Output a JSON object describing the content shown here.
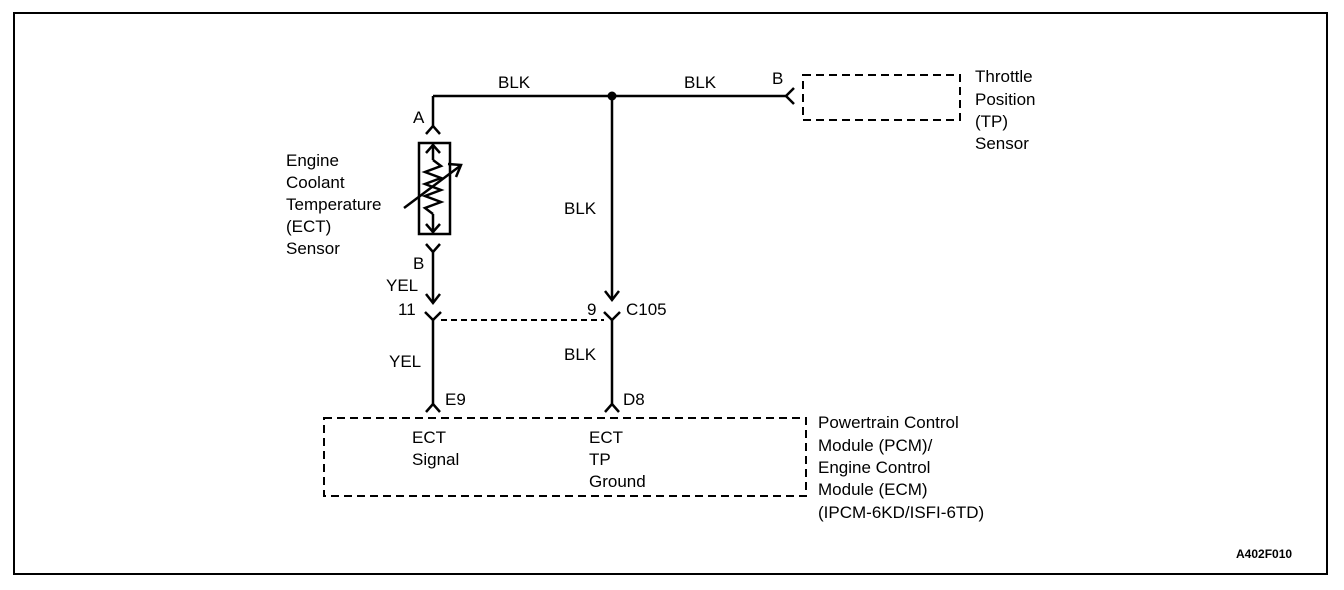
{
  "wires": {
    "top_left": "BLK",
    "top_right": "BLK",
    "middle_vertical": "BLK",
    "left_upper": "YEL",
    "left_lower": "YEL",
    "right_lower": "BLK"
  },
  "pins": {
    "ect_a": "A",
    "ect_b": "B",
    "tp_b": "B",
    "c105_left": "11",
    "c105_right": "9",
    "pcm_e9": "E9",
    "pcm_d8": "D8"
  },
  "connector_name": "C105",
  "ect_sensor": {
    "lines": [
      "Engine",
      "Coolant",
      "Temperature",
      "(ECT)",
      "Sensor"
    ]
  },
  "tp_sensor": {
    "lines": [
      "Throttle",
      "Position",
      "(TP)",
      "Sensor"
    ]
  },
  "pcm": {
    "lines": [
      "Powertrain Control",
      "Module (PCM)/",
      "Engine Control",
      "Module (ECM)",
      "(IPCM-6KD/ISFI-6TD)"
    ],
    "signal_label": [
      "ECT",
      "Signal"
    ],
    "ground_label": [
      "ECT",
      "TP",
      "Ground"
    ]
  },
  "figure_id": "A402F010"
}
